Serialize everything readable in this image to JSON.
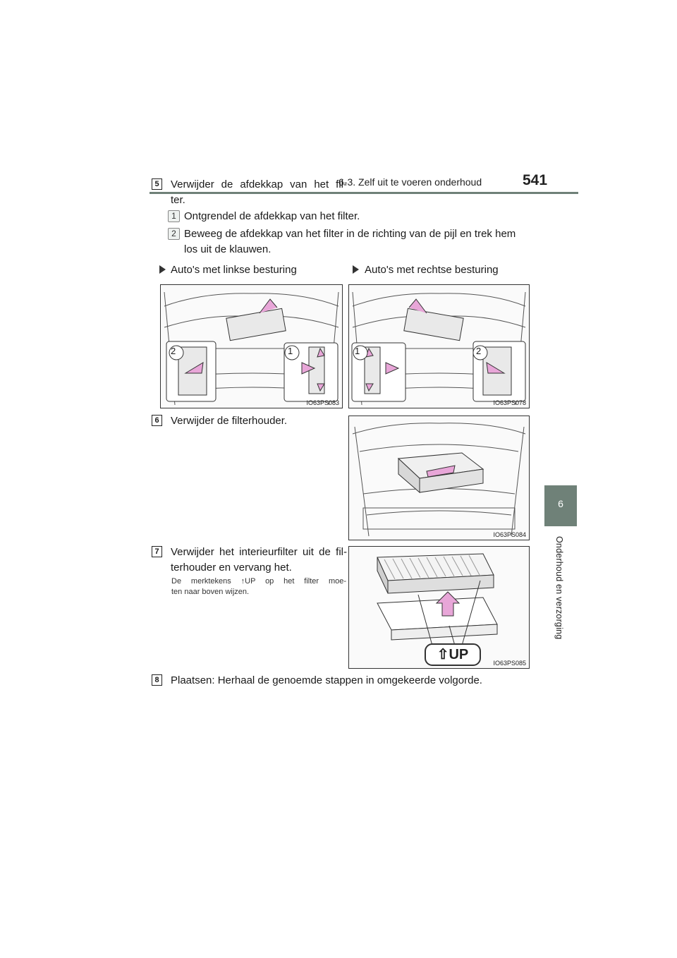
{
  "header": {
    "section": "6-3. Zelf uit te voeren onderhoud",
    "page_number": "541"
  },
  "side_tab": {
    "number": "6",
    "label": "Onderhoud en verzorging"
  },
  "step5": {
    "number": "5",
    "text_line1": "Verwijder de afdekkap van het fil-",
    "text_line2": "ter.",
    "sub1_num": "1",
    "sub1_text": "Ontgrendel de afdekkap van het filter.",
    "sub2_num": "2",
    "sub2_text_line1": "Beweeg de afdekkap van het filter in de richting van de pijl en trek hem",
    "sub2_text_line2": "los uit de klauwen.",
    "left_label": "Auto's met linkse besturing",
    "right_label": "Auto's met rechtse besturing",
    "left_code": "IO63PS083",
    "right_code": "IO63PS078",
    "callout1": "1",
    "callout2": "2"
  },
  "step6": {
    "number": "6",
    "text": "Verwijder de filterhouder.",
    "code": "IO63PS084"
  },
  "step7": {
    "number": "7",
    "text_line1": "Verwijder het interieurfilter uit de fil-",
    "text_line2": "terhouder en vervang het.",
    "note_line1": "De merktekens ↑UP op het filter moe-",
    "note_line2": "ten naar boven wijzen.",
    "code": "IO63PS085",
    "up_label": "⇧UP"
  },
  "step8": {
    "number": "8",
    "text": "Plaatsen: Herhaal de genoemde stappen in omgekeerde volgorde."
  },
  "colors": {
    "accent": "#6f8178",
    "arrow": "#e8a6d8"
  }
}
